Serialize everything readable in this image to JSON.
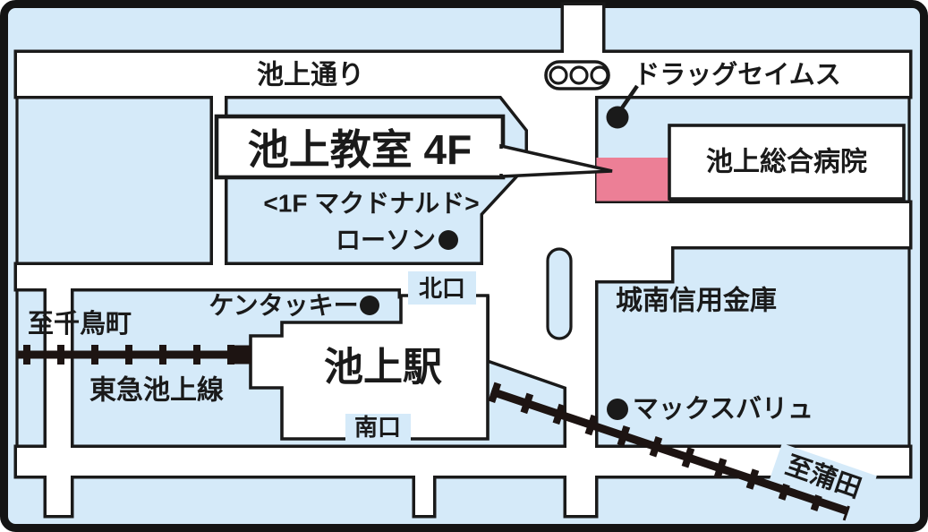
{
  "callout": {
    "label": "池上教室 4F",
    "floor_note": "<1F マクドナルド>"
  },
  "roads": {
    "main_street": "池上通り"
  },
  "railway": {
    "line_name": "東急池上線",
    "to_left": "至千鳥町",
    "to_right": "至蒲田"
  },
  "station": {
    "name": "池上駅",
    "north_exit": "北口",
    "south_exit": "南口"
  },
  "landmarks": {
    "drugstore": "ドラッグセイムス",
    "hospital": "池上総合病院",
    "convenience_store": "ローソン",
    "fast_food": "ケンタッキー",
    "bank": "城南信用金庫",
    "supermarket": "マックスバリュ"
  },
  "icons": {
    "traffic_light": "traffic-light-icon",
    "poi_dot": "poi-dot"
  },
  "colors": {
    "background": "#d5eaf9",
    "road": "#ffffff",
    "ink": "#1a1a1a",
    "highlight_pink": "#ec7f96",
    "accent_blue": "#1565b2"
  }
}
